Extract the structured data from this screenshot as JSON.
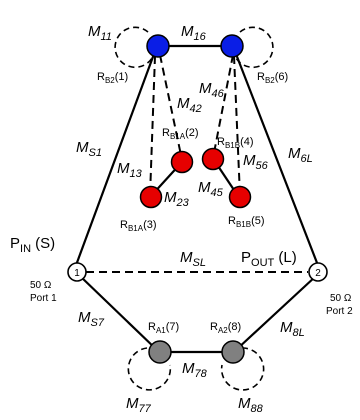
{
  "couplings": {
    "m11": {
      "base": "M",
      "sub": "11"
    },
    "m16": {
      "base": "M",
      "sub": "16"
    },
    "m46": {
      "base": "M",
      "sub": "46"
    },
    "m42": {
      "base": "M",
      "sub": "42"
    },
    "ms1": {
      "base": "M",
      "sub": "S1"
    },
    "m13": {
      "base": "M",
      "sub": "13"
    },
    "m23": {
      "base": "M",
      "sub": "23"
    },
    "m45": {
      "base": "M",
      "sub": "45"
    },
    "m56": {
      "base": "M",
      "sub": "56"
    },
    "m6l": {
      "base": "M",
      "sub": "6L"
    },
    "msl": {
      "base": "M",
      "sub": "SL"
    },
    "ms7": {
      "base": "M",
      "sub": "S7"
    },
    "m8l": {
      "base": "M",
      "sub": "8L"
    },
    "m78": {
      "base": "M",
      "sub": "78"
    },
    "m77": {
      "base": "M",
      "sub": "77"
    },
    "m88": {
      "base": "M",
      "sub": "88"
    }
  },
  "resonators": {
    "rb2_1": {
      "base": "R",
      "sub": "B2",
      "index": "(1)"
    },
    "rb2_6": {
      "base": "R",
      "sub": "B2",
      "index": "(6)"
    },
    "rb1a_2": {
      "base": "R",
      "sub": "B1A",
      "index": "(2)"
    },
    "rb1b_4": {
      "base": "R",
      "sub": "B1B",
      "index": "(4)"
    },
    "rb1a_3": {
      "base": "R",
      "sub": "B1A",
      "index": "(3)"
    },
    "rb1b_5": {
      "base": "R",
      "sub": "B1B",
      "index": "(5)"
    },
    "ra1_7": {
      "base": "R",
      "sub": "A1",
      "index": "(7)"
    },
    "ra2_8": {
      "base": "R",
      "sub": "A2",
      "index": "(8)"
    }
  },
  "ports": {
    "pin": {
      "base": "P",
      "sub": "IN",
      "suffix": " (S)",
      "node": "1",
      "impedance": "50 Ω",
      "name": "Port 1"
    },
    "pout": {
      "base": "P",
      "sub": "OUT",
      "suffix": " (L)",
      "node": "2",
      "impedance": "50 Ω",
      "name": "Port 2"
    }
  },
  "colors": {
    "blue": "#0a1ee6",
    "red": "#e60000",
    "gray": "#808080",
    "line": "#000000"
  }
}
